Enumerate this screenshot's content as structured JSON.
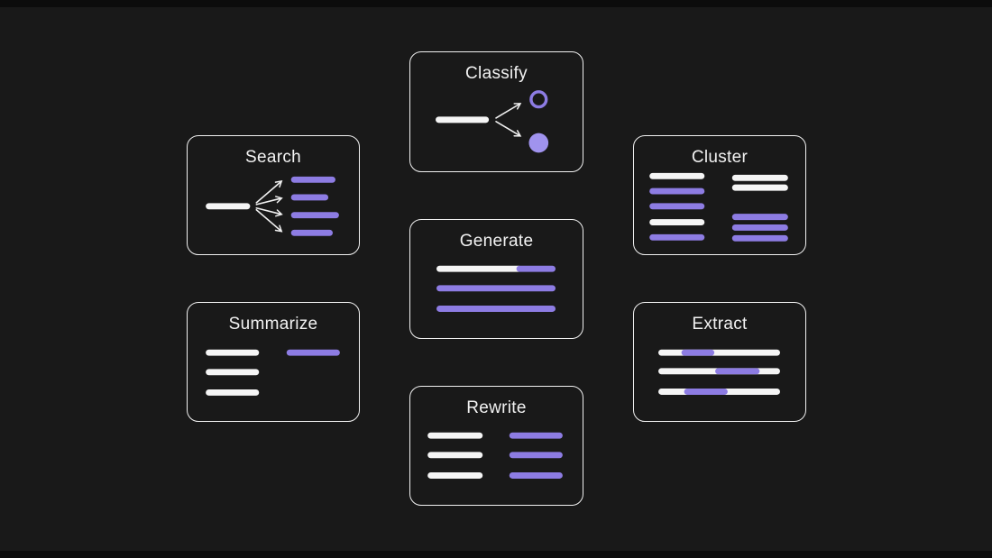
{
  "figure": {
    "description": "Seven rounded outline cards on a dark background illustrating LLM text tasks"
  },
  "colors": {
    "page-bg": "#191919",
    "letterbox": "#0c0c0c",
    "card-border": "#f1f1f1",
    "title": "#f2f2f2",
    "bar-white": "#f5f5f5",
    "bar-purple": "#8d7ce3",
    "circle-purple": "#a093ee",
    "arrow": "#f1f1f1"
  },
  "cards": {
    "classify": {
      "title": "Classify"
    },
    "search": {
      "title": "Search"
    },
    "cluster": {
      "title": "Cluster"
    },
    "generate": {
      "title": "Generate"
    },
    "summarize": {
      "title": "Summarize"
    },
    "extract": {
      "title": "Extract"
    },
    "rewrite": {
      "title": "Rewrite"
    }
  }
}
